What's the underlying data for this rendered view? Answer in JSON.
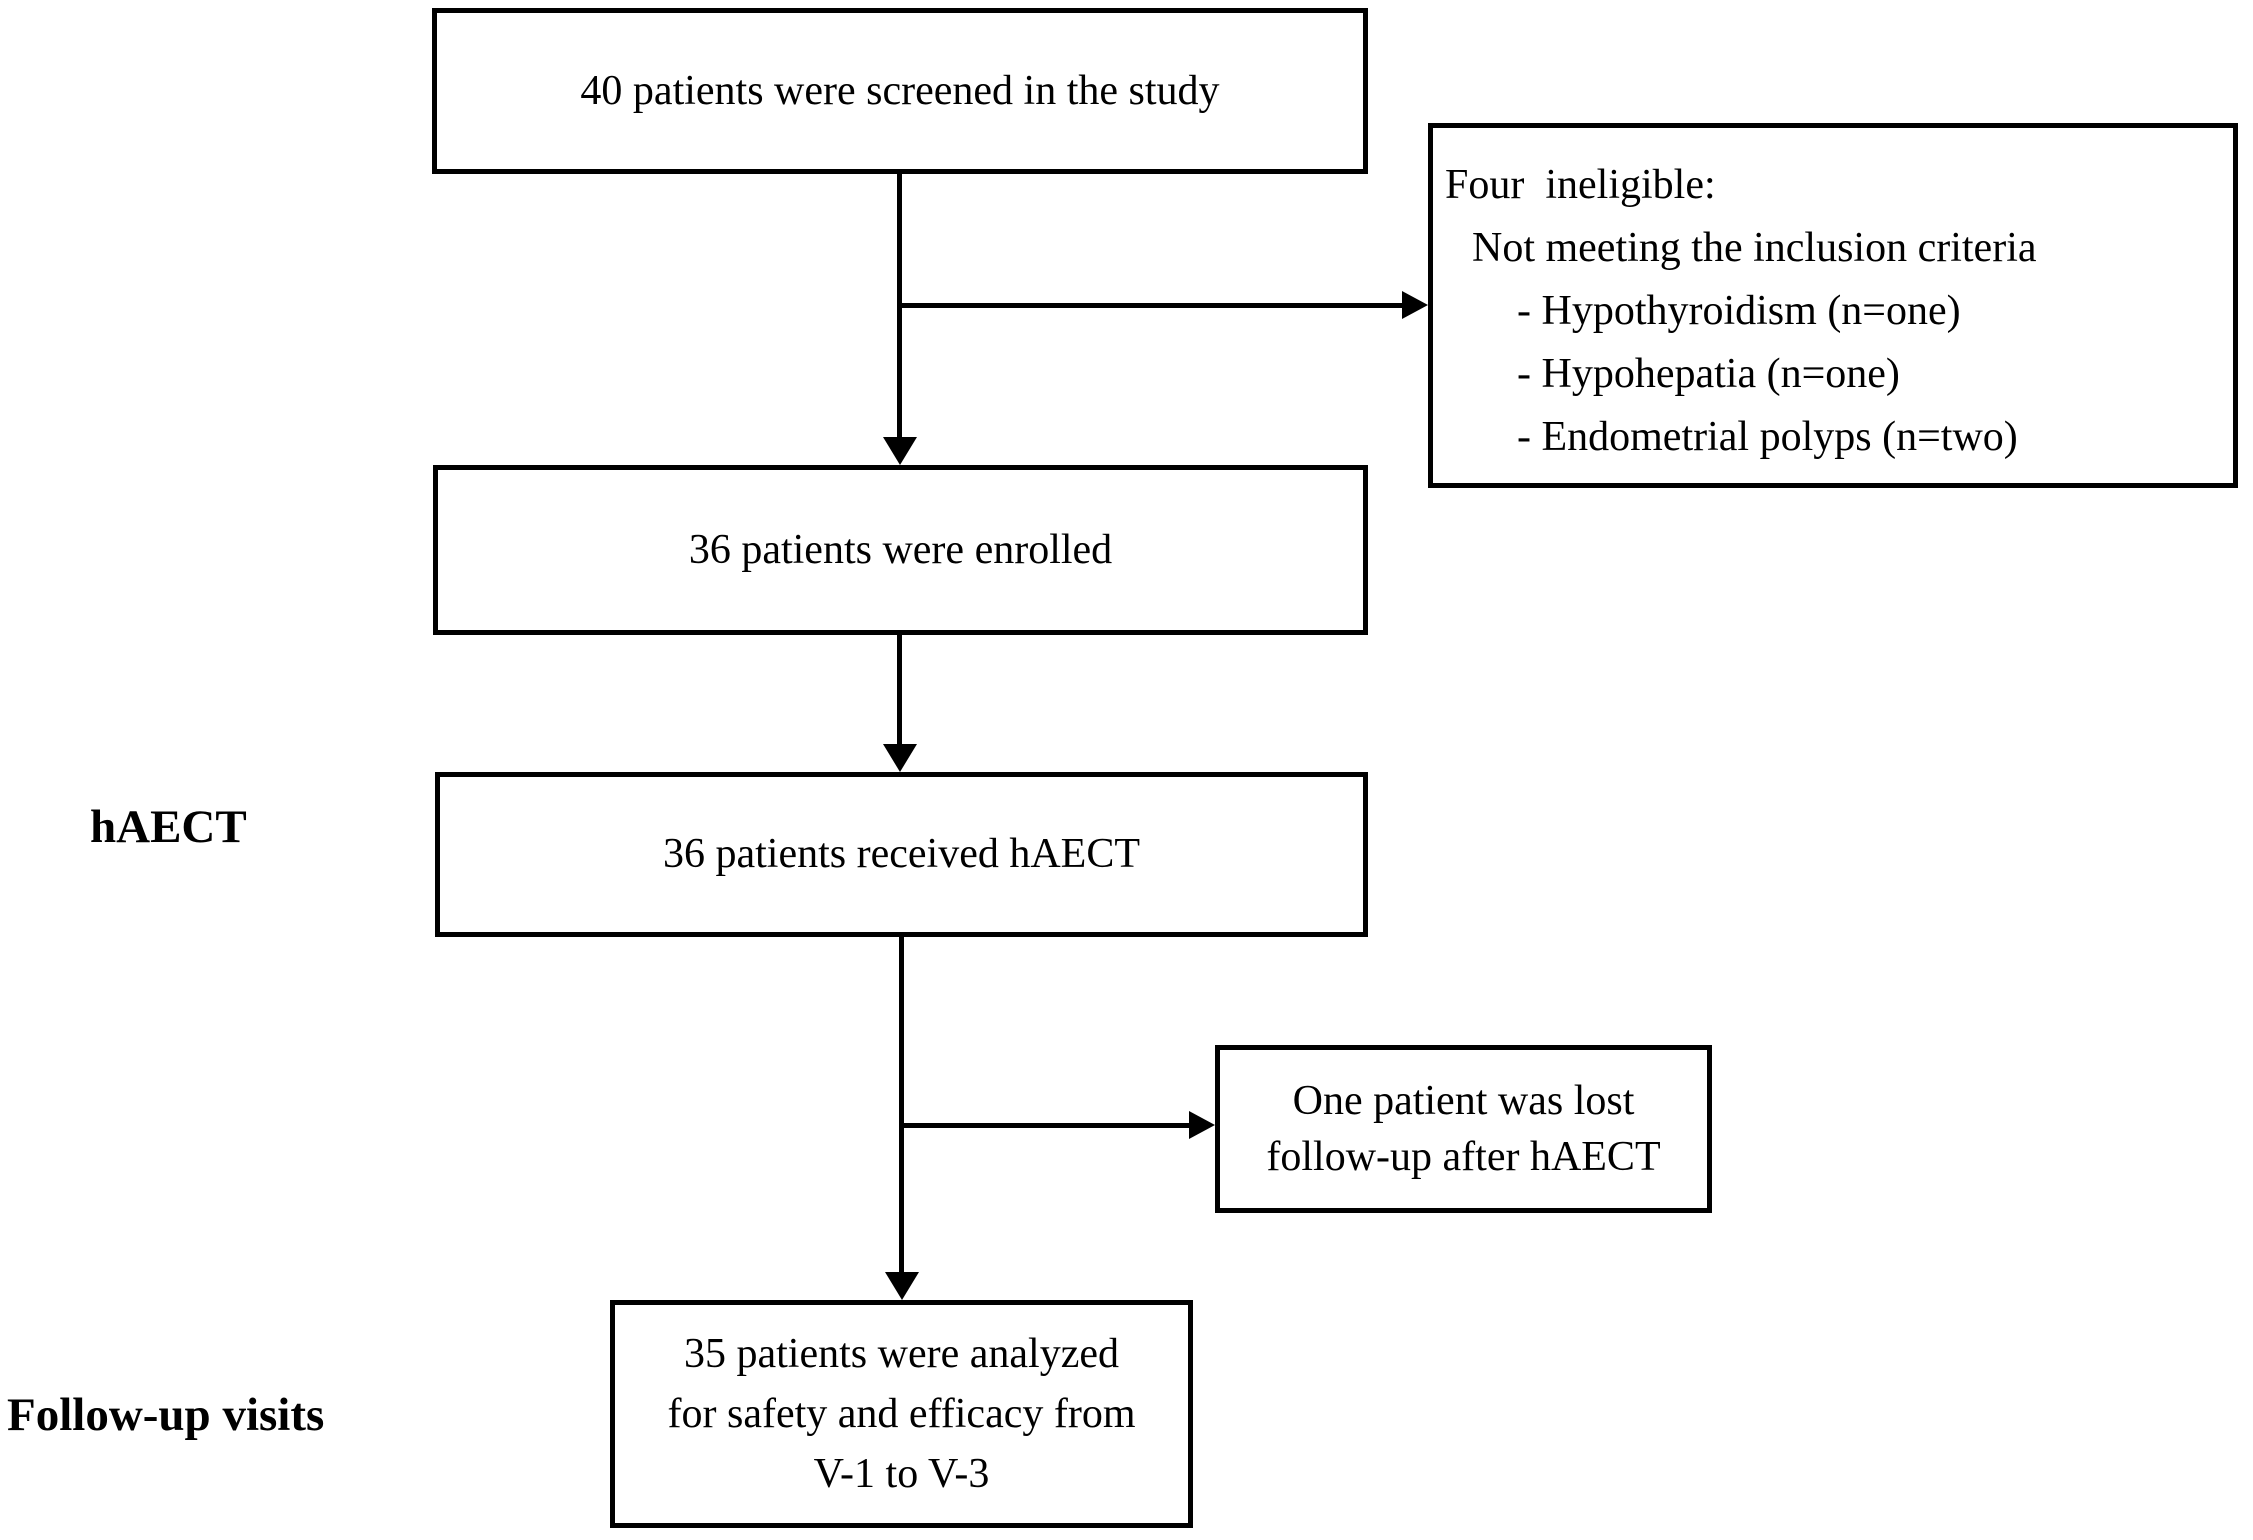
{
  "diagram": {
    "type": "flowchart",
    "colors": {
      "background": "#ffffff",
      "line": "#000000",
      "text": "#000000"
    },
    "nodes": {
      "screened": {
        "text": "40 patients were screened in the study"
      },
      "ineligible": {
        "lines": [
          "Four  ineligible:",
          "Not meeting the inclusion criteria",
          "- Hypothyroidism (n=one)",
          "- Hypohepatia (n=one)",
          "- Endometrial polyps (n=two)"
        ]
      },
      "enrolled": {
        "text": "36 patients were enrolled"
      },
      "received": {
        "text": "36 patients received hAECT"
      },
      "lost": {
        "lines": [
          "One patient was lost",
          "follow-up after hAECT"
        ]
      },
      "analyzed": {
        "lines": [
          "35 patients were analyzed",
          "for safety and efficacy from",
          "V-1 to V-3"
        ]
      }
    },
    "side_labels": {
      "haect": "hAECT",
      "followup": "Follow-up visits"
    },
    "edges": [
      {
        "from": "screened",
        "to": "enrolled"
      },
      {
        "from": "screened",
        "to": "ineligible"
      },
      {
        "from": "enrolled",
        "to": "received"
      },
      {
        "from": "received",
        "to": "analyzed"
      },
      {
        "from": "received",
        "to": "lost"
      }
    ]
  }
}
